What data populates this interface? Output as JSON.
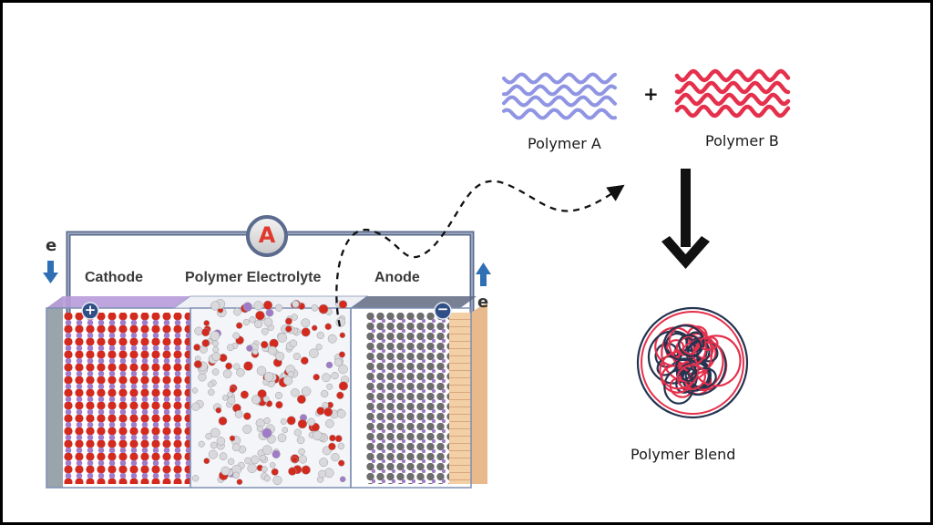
{
  "battery": {
    "cathode_label": "Cathode",
    "electrolyte_label": "Polymer Electrolyte",
    "anode_label": "Anode",
    "ammeter_symbol": "A",
    "electron_left": "e",
    "electron_right": "e",
    "plus_sign": "+",
    "minus_sign": "−"
  },
  "polymers": {
    "polymer_a": "Polymer A",
    "polymer_b": "Polymer B",
    "plus": "+",
    "blend": "Polymer Blend"
  },
  "colors": {
    "polymer_a": "#8f95e3",
    "polymer_b": "#e5304c",
    "wire": "#5b6b8e",
    "cathode_atom": "#d42a1e",
    "lithium_atom": "#a07cc8",
    "anode_atom": "#6d6d6d",
    "copper_foil": "#f1c9a0"
  }
}
